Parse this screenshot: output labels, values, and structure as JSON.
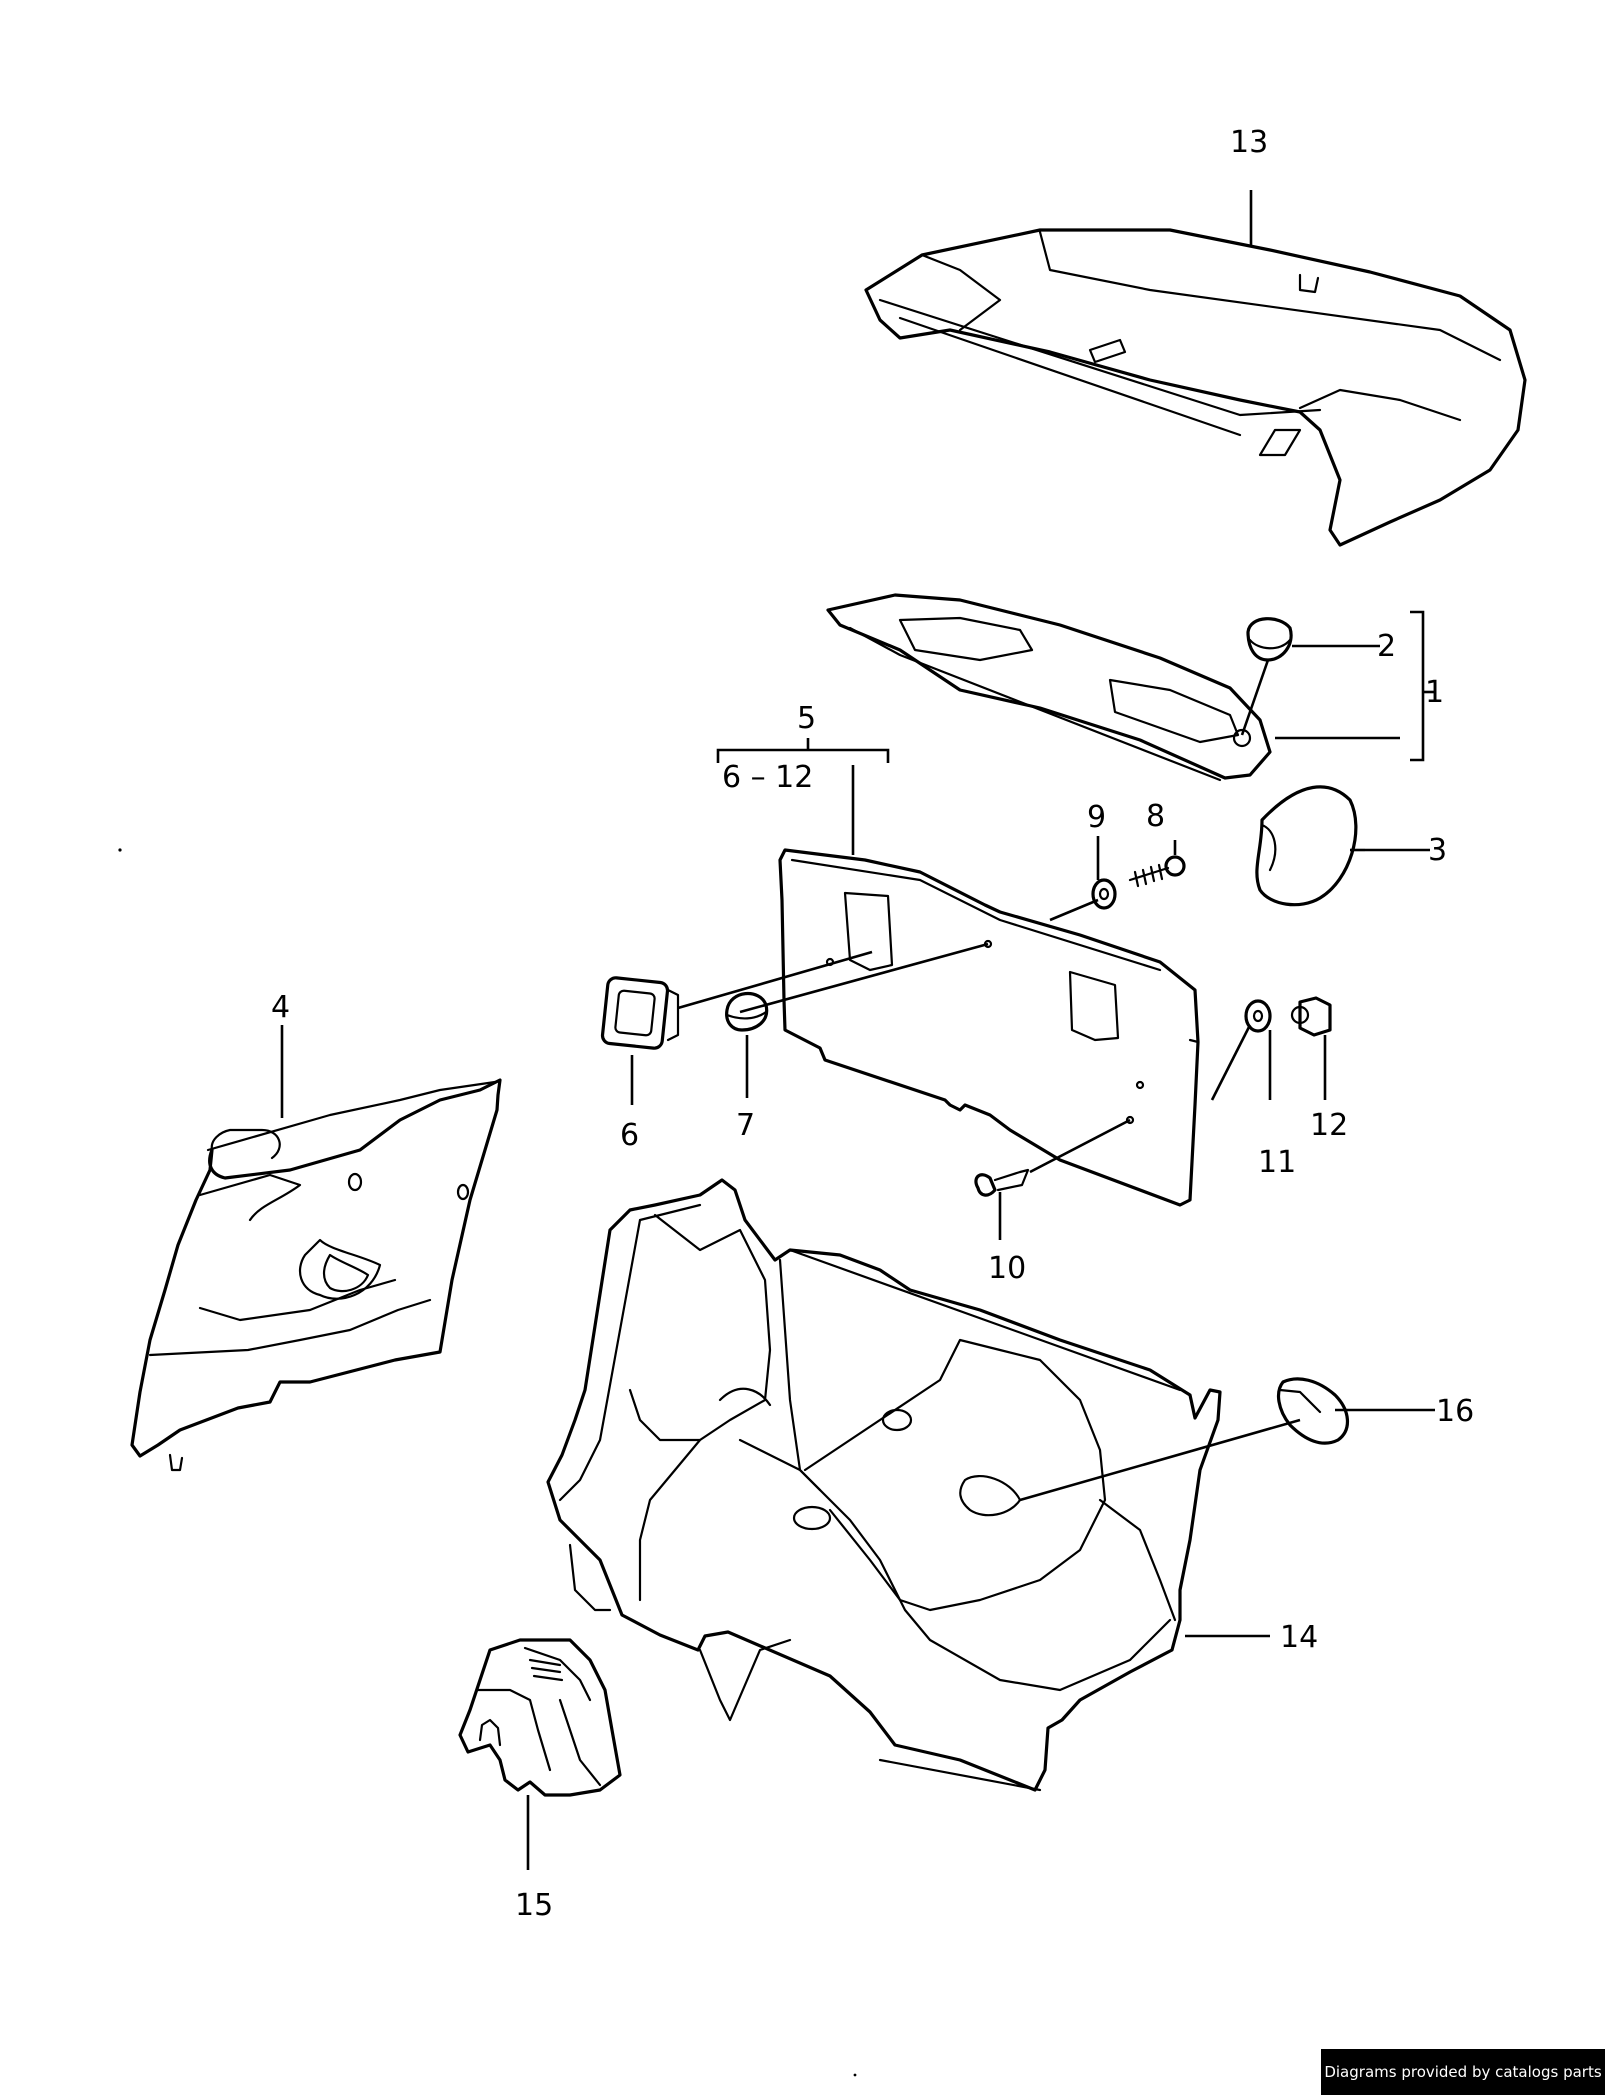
{
  "callouts": {
    "c1": "1",
    "c2": "2",
    "c3": "3",
    "c4": "4",
    "c5": "5",
    "c5_range": "6 – 12",
    "c6": "6",
    "c7": "7",
    "c8": "8",
    "c9": "9",
    "c10": "10",
    "c11": "11",
    "c12": "12",
    "c13": "13",
    "c14": "14",
    "c15": "15",
    "c16": "16"
  },
  "footer": {
    "credit": "Diagrams provided by catalogs parts"
  },
  "colors": {
    "ink": "#000000",
    "background": "#ffffff"
  }
}
